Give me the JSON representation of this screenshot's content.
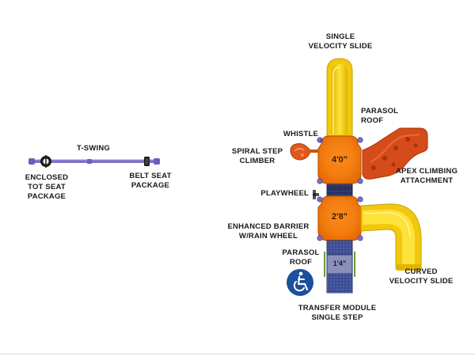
{
  "labels": {
    "single_velocity_slide": "SINGLE\nVELOCITY SLIDE",
    "parasol_roof_top": "PARASOL\nROOF",
    "whistle": "WHISTLE",
    "spiral_step_climber": "SPIRAL STEP\nCLIMBER",
    "apex_climbing_attachment": "APEX CLIMBING\nATTACHMENT",
    "playwheel": "PLAYWHEEL",
    "enhanced_barrier": "ENHANCED BARRIER\nW/RAIN WHEEL",
    "parasol_roof_bottom": "PARASOL\nROOF",
    "curved_velocity_slide": "CURVED\nVELOCITY SLIDE",
    "transfer_module": "TRANSFER MODULE\nSINGLE STEP",
    "t_swing": "T-SWING",
    "enclosed_tot_seat": "ENCLOSED\nTOT SEAT\nPACKAGE",
    "belt_seat": "BELT SEAT\nPACKAGE"
  },
  "deck_heights": {
    "upper": "4'0\"",
    "lower": "2'8\"",
    "transfer": "1'4\""
  },
  "colors": {
    "deck_orange": "#f57d0f",
    "slide_yellow": "#f7d312",
    "climber_red": "#d64b1a",
    "swing_purple": "#7b70c8",
    "transfer_blue": "#3e4e94",
    "accessibility_blue": "#1d4f9c"
  },
  "icons": {
    "accessibility": "wheelchair-accessibility-icon"
  }
}
